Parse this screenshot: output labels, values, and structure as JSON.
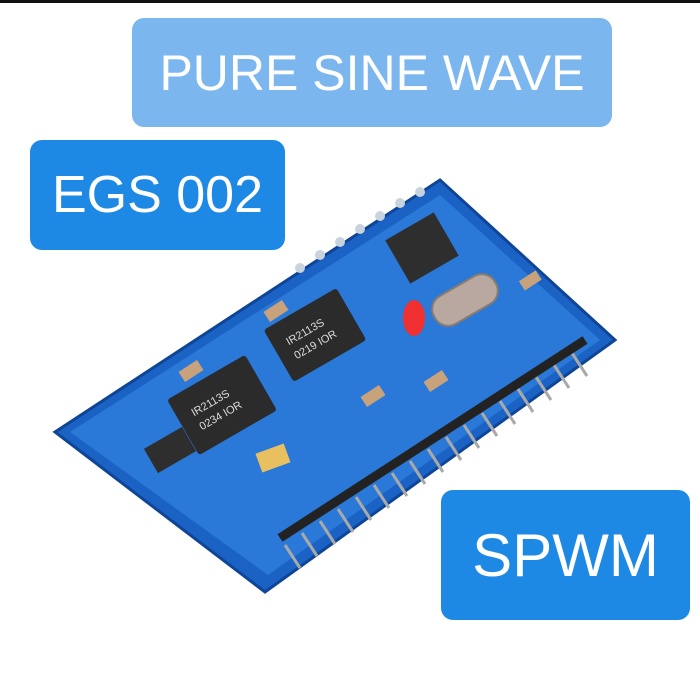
{
  "labels": {
    "title": "PURE SINE WAVE",
    "model": "EGS 002",
    "mode": "SPWM"
  },
  "board": {
    "chip1": {
      "line1": "IR2113S",
      "line2": "0234 IOR"
    },
    "chip2": {
      "line1": "IR2113S",
      "line2": "0219 IOR"
    }
  },
  "colors": {
    "title_box": "#7bb6ee",
    "label_box": "#1e88e5",
    "pcb": "#1a63c4"
  }
}
